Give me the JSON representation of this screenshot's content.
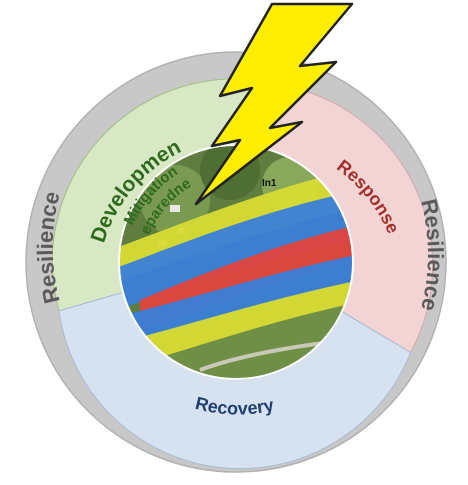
{
  "diagram": {
    "outer_ring_labels": {
      "left": "Resilience",
      "right": "Resilience"
    },
    "sectors": {
      "development": {
        "title": "Development",
        "items": [
          "Mitigation",
          "Preparedness"
        ],
        "color": "#d8e7c4",
        "text_color": "#2e6b1f"
      },
      "response": {
        "title": "Response",
        "color": "#f2d4d4",
        "text_color": "#a3302b"
      },
      "recovery": {
        "title": "Recovery",
        "color": "#d6e2ef",
        "text_color": "#1f3f6e"
      }
    },
    "center_image": {
      "label": "In1",
      "bands": [
        "yellow",
        "blue",
        "red",
        "blue",
        "yellow"
      ]
    },
    "hazard_icon": "lightning-bolt-icon",
    "colors": {
      "ring": "#c8c8c8",
      "bolt_fill": "#ffee00",
      "bolt_stroke": "#222222"
    }
  }
}
